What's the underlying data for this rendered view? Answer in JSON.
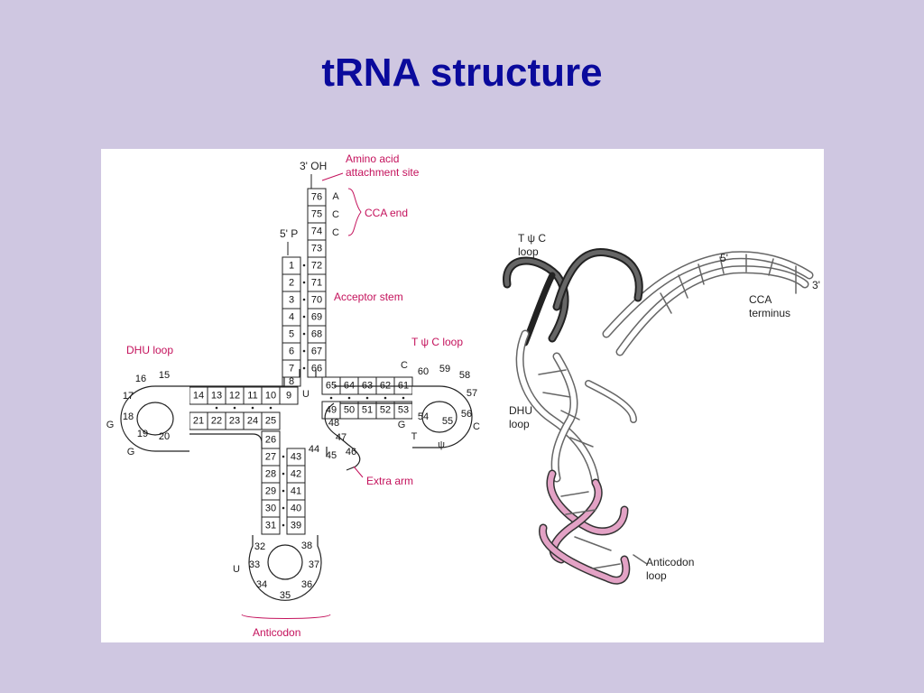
{
  "slide": {
    "title": "tRNA structure"
  },
  "cloverleaf": {
    "terminal_labels": {
      "three_prime": "3' OH",
      "five_prime": "5' P"
    },
    "amino_acid_label": [
      "Amino acid",
      "attachment site"
    ],
    "cca_label": "CCA end",
    "acceptor_label": "Acceptor stem",
    "dhu_loop_label": "DHU loop",
    "tpsic_loop_label": "T ψ C loop",
    "extra_arm_label": "Extra arm",
    "anticodon_label": "Anticodon",
    "cca_bases": [
      "A",
      "C",
      "C"
    ],
    "extra_bases": {
      "u8": "U",
      "g_a": "G",
      "g_b": "G",
      "c_top": "C",
      "g_t": "G",
      "t": "T",
      "psi": "ψ",
      "c_right": "C",
      "u_anticodon": "U"
    },
    "acceptor_left": [
      "1",
      "2",
      "3",
      "4",
      "5",
      "6",
      "7"
    ],
    "acceptor_right": [
      "76",
      "75",
      "74",
      "73",
      "72",
      "71",
      "70",
      "69",
      "68",
      "67",
      "66"
    ],
    "dhu_top": [
      "14",
      "13",
      "12",
      "11",
      "10",
      "9"
    ],
    "dhu_bottom": [
      "21",
      "22",
      "23",
      "24",
      "25"
    ],
    "dhu_loop": [
      "15",
      "16",
      "17",
      "18",
      "19",
      "20"
    ],
    "tpsic_top": [
      "65",
      "64",
      "63",
      "62",
      "61"
    ],
    "tpsic_bottom": [
      "49",
      "50",
      "51",
      "52",
      "53"
    ],
    "tpsic_loop": [
      "60",
      "59",
      "58",
      "57",
      "56",
      "55",
      "54"
    ],
    "anticodon_left": [
      "26",
      "27",
      "28",
      "29",
      "30",
      "31"
    ],
    "anticodon_right": [
      "43",
      "42",
      "41",
      "40",
      "39"
    ],
    "anticodon_loop": [
      "32",
      "33",
      "34",
      "35",
      "36",
      "37",
      "38"
    ],
    "variable_loop": [
      "48",
      "47",
      "46",
      "45",
      "44"
    ],
    "numbers_extra": {
      "n8": "8"
    }
  },
  "tertiary": {
    "tpsic_label": [
      "T ψ C",
      "loop"
    ],
    "five_prime": "5'",
    "three_prime": "3'",
    "cca_label": [
      "CCA",
      "terminus"
    ],
    "dhu_label": [
      "DHU",
      "loop"
    ],
    "anticodon_label": [
      "Anticodon",
      "loop"
    ]
  }
}
